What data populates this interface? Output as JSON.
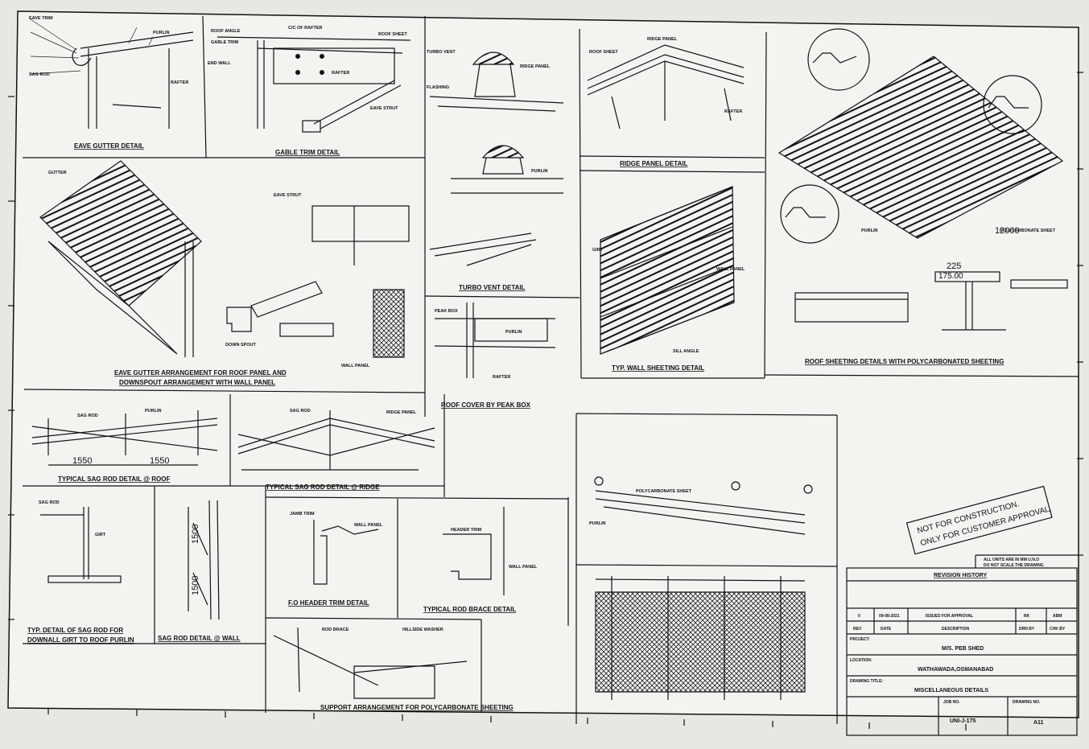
{
  "sheet": {
    "details": [
      {
        "title": "EAVE GUTTER DETAIL",
        "labels": [
          "EAVE TRIM",
          "SAG ROD",
          "PURLIN",
          "RAFTER"
        ]
      },
      {
        "title": "GABLE TRIM DETAIL",
        "labels": [
          "ROOF ANGLE",
          "GABLE TRIM",
          "C/C OF RAFTER",
          "ROOF SHEET",
          "END WALL",
          "RAFTER",
          "EAVE STRUT"
        ]
      },
      {
        "title": "TURBO VENT DETAIL",
        "labels": [
          "TURBO VENT",
          "FLASHING",
          "RIDGE PANEL",
          "PURLIN"
        ]
      },
      {
        "title": "RIDGE PANEL DETAIL",
        "labels": [
          "RIDGE PANEL",
          "ROOF SHEET",
          "RAFTER"
        ]
      },
      {
        "title": "ROOF SHEETING DETAILS WITH POLYCARBONATED SHEETING",
        "labels": [
          "POLYCARBONATE SHEET",
          "PURLIN",
          "12000",
          "225",
          "175.00"
        ]
      },
      {
        "title": "EAVE GUTTER ARRANGEMENT FOR ROOF PANEL AND",
        "labels": [
          "GUTTER",
          "DOWN SPOUT",
          "EAVE STRUT",
          "WALL PANEL"
        ]
      },
      {
        "title": "DOWNSPOUT ARRANGEMENT WITH WALL PANEL",
        "labels": []
      },
      {
        "title": "ROOF COVER BY PEAK BOX",
        "labels": [
          "PEAK BOX",
          "PURLIN",
          "RAFTER"
        ]
      },
      {
        "title": "TYP. WALL SHEETING DETAIL",
        "labels": [
          "GIRT",
          "WALL PANEL",
          "SILL ANGLE"
        ]
      },
      {
        "title": "TYPICAL SAG ROD DETAIL @ ROOF",
        "labels": [
          "1550",
          "1550",
          "SAG ROD",
          "PURLIN"
        ]
      },
      {
        "title": "TYPICAL SAG ROD DETAIL @ RIDGE",
        "labels": [
          "RIDGE PANEL",
          "SAG ROD"
        ]
      },
      {
        "title": "TYP. DETAIL OF SAG ROD FOR",
        "labels": [
          "SAG ROD",
          "GIRT"
        ]
      },
      {
        "title": "DOWNALL GIRT TO ROOF PURLIN",
        "labels": []
      },
      {
        "title": "SAG ROD DETAIL @ WALL",
        "labels": [
          "1500",
          "1500"
        ]
      },
      {
        "title": "F.O JAMB TRIM DETAIL",
        "labels": [
          "JAMB TRIM",
          "WALL PANEL"
        ]
      },
      {
        "title": "F.O HEADER TRIM DETAIL",
        "labels": [
          "HEADER TRIM",
          "WALL PANEL"
        ]
      },
      {
        "title": "TYPICAL ROD BRACE DETAIL",
        "labels": [
          "ROD BRACE",
          "HILLSIDE WASHER"
        ]
      },
      {
        "title": "SUPPORT ARRANGEMENT FOR POLYCARBONATE SHEETING",
        "labels": [
          "PURLIN",
          "POLYCARBONATE SHEET"
        ]
      }
    ],
    "stamp": [
      "NOT FOR CONSTRUCTION.",
      "ONLY FOR CUSTOMER APPROVAL."
    ],
    "title_block": {
      "notes": [
        "ALL UNITS ARE IN MM U.N.O",
        "DO NOT SCALE THE DRAWING"
      ],
      "revisions_header": "REVISION HISTORY",
      "rev_columns": [
        "REV",
        "DATE",
        "DESCRIPTION",
        "DRN BY",
        "CHK BY"
      ],
      "rev_row": [
        "0",
        "09-08-2021",
        "ISSUED FOR APPROVAL",
        "RK",
        "ABM"
      ],
      "project_label": "PROJECT:",
      "project": "M/S. PEB SHED",
      "location_label": "LOCATION:",
      "location": "WATHAWADA,OSMANABAD",
      "drawing_title_label": "DRAWING TITLE:",
      "drawing_title": "MISCELLANEOUS DETAILS",
      "job_label": "JOB NO.",
      "job_no": "UNI-J-175",
      "drawing_no_label": "DRAWING NO.",
      "drawing_no": "A11"
    }
  }
}
